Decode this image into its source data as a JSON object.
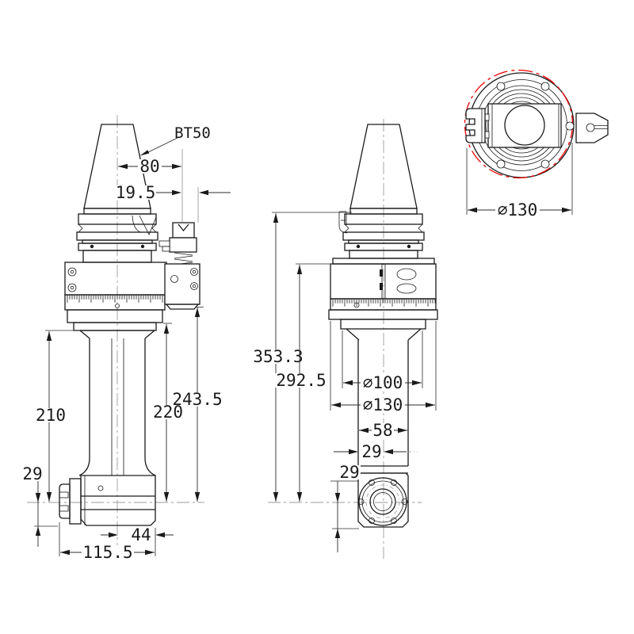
{
  "drawing": {
    "type": "engineering-drawing",
    "colors": {
      "line": "#1a1a1a",
      "dimension": "#2b2b2b",
      "construction": "#9b9b9b",
      "accent_red": "#ee0000",
      "paper": "#ffffff"
    },
    "front_view": {
      "labels": {
        "taper": "BT50",
        "spindle_offset": "80",
        "stop_offset": "19.5",
        "stop_to_center": "243.5",
        "flange_to_center": "220",
        "neck_to_center": "210",
        "center_to_bottom": "29",
        "center_to_face": "44",
        "overall_width": "115.5"
      }
    },
    "side_view": {
      "labels": {
        "gauge_to_center": "353.3",
        "body_to_center": "292.5",
        "body_dia": "∅100",
        "flange_dia": "∅130",
        "column_width": "58",
        "half_width": "29",
        "center_to_bottom": "29"
      }
    },
    "top_view": {
      "labels": {
        "swing_dia": "∅130"
      }
    }
  }
}
